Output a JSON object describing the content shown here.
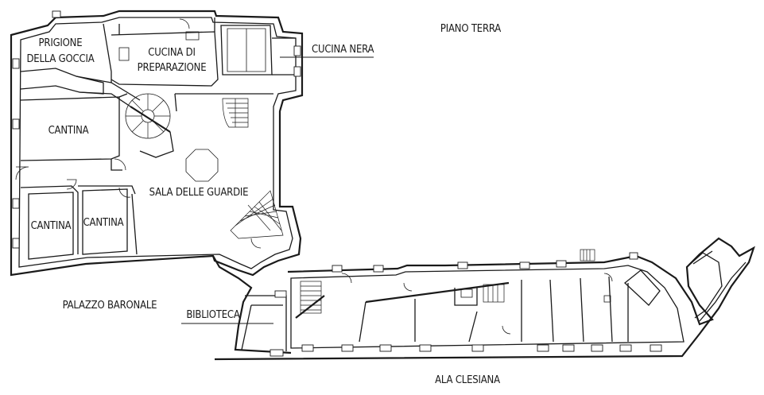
{
  "labels": {
    "floor_title": "PIANO TERRA",
    "palazzo": "PALAZZO BARONALE",
    "ala": "ALA CLESIANA",
    "rooms": {
      "prigione_1": "PRIGIONE",
      "prigione_2": "DELLA GOCCIA",
      "cucina_prep_1": "CUCINA DI",
      "cucina_prep_2": "PREPARAZIONE",
      "cucina_nera": "CUCINA NERA",
      "cantina_main": "CANTINA",
      "cantina_left": "CANTINA",
      "cantina_right": "CANTINA",
      "sala_guardie": "SALA DELLE GUARDIE",
      "biblioteca": "BIBLIOTECA"
    }
  }
}
